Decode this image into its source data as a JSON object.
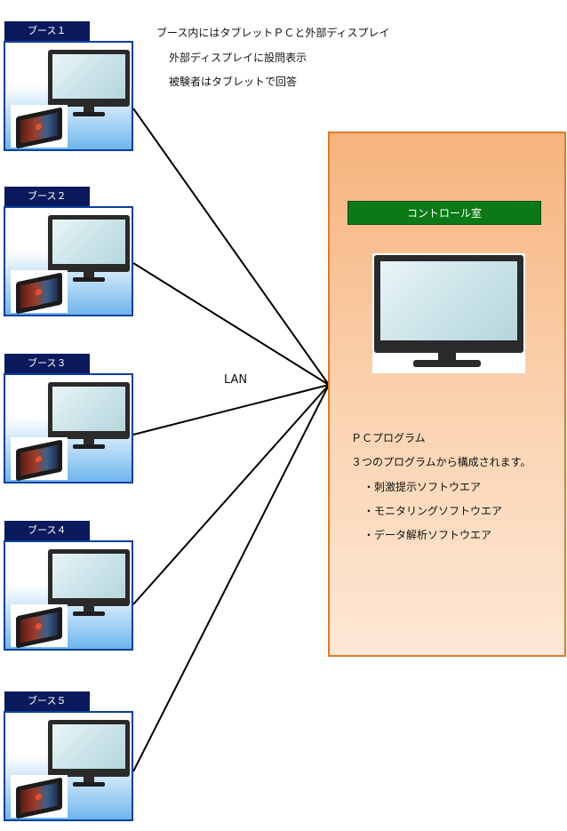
{
  "booths": [
    {
      "label": "ブース１"
    },
    {
      "label": "ブース２"
    },
    {
      "label": "ブース３"
    },
    {
      "label": "ブース４"
    },
    {
      "label": "ブース５"
    }
  ],
  "notes": [
    "ブース内にはタブレットＰＣと外部ディスプレイ",
    "外部ディスプレイに設問表示",
    "被験者はタブレットで回答"
  ],
  "network_label": "LAN",
  "control_room": {
    "title": "コントロール室",
    "lines": [
      "ＰＣプログラム",
      "３つのプログラムから構成されます。",
      "・刺激提示ソフトウエア",
      "・モニタリングソフトウエア",
      "・データ解析ソフトウエア"
    ]
  },
  "colors": {
    "booth_label_bg": "#0a1a5c",
    "booth_border": "#0a3fa0",
    "control_room_border": "#e07a28",
    "control_title_bg": "#0b7a16"
  }
}
